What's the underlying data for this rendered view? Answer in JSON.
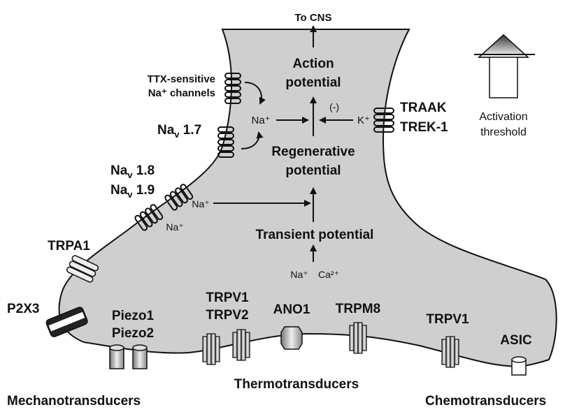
{
  "top": {
    "to_cns": "To CNS"
  },
  "center": {
    "action_potential_l1": "Action",
    "action_potential_l2": "potential",
    "regen_l1": "Regenerative",
    "regen_l2": "potential",
    "transient": "Transient potential",
    "na_center": "Na⁺",
    "k_ion": "K⁺",
    "minus": "(-)",
    "na_bottom": "Na⁺",
    "ca_bottom": "Ca²⁺",
    "na_left_arrow": "Na⁺",
    "na_left_lower": "Na⁺"
  },
  "left_labels": {
    "ttx_l1": "TTX-sensitive",
    "ttx_l2": "Na⁺ channels",
    "nav17_base": "Na",
    "nav17_sub": "v",
    "nav17_num": " 1.7",
    "nav18_base": "Na",
    "nav18_sub": "v",
    "nav18_num": " 1.8",
    "nav19_base": "Na",
    "nav19_sub": "v",
    "nav19_num": " 1.9",
    "trpa1": "TRPA1",
    "p2x3": "P2X3"
  },
  "right_labels": {
    "traak": "TRAAK",
    "trek1": "TREK-1",
    "activation_l1": "Activation",
    "activation_l2": "threshold"
  },
  "bottom_channels": {
    "piezo1": "Piezo1",
    "piezo2": "Piezo2",
    "trpv1a": "TRPV1",
    "trpv2": "TRPV2",
    "ano1": "ANO1",
    "trpm8": "TRPM8",
    "trpv1b": "TRPV1",
    "asic": "ASIC"
  },
  "categories": {
    "mechano": "Mechanotransducers",
    "thermo": "Thermotransducers",
    "chemo": "Chemotransducers"
  }
}
